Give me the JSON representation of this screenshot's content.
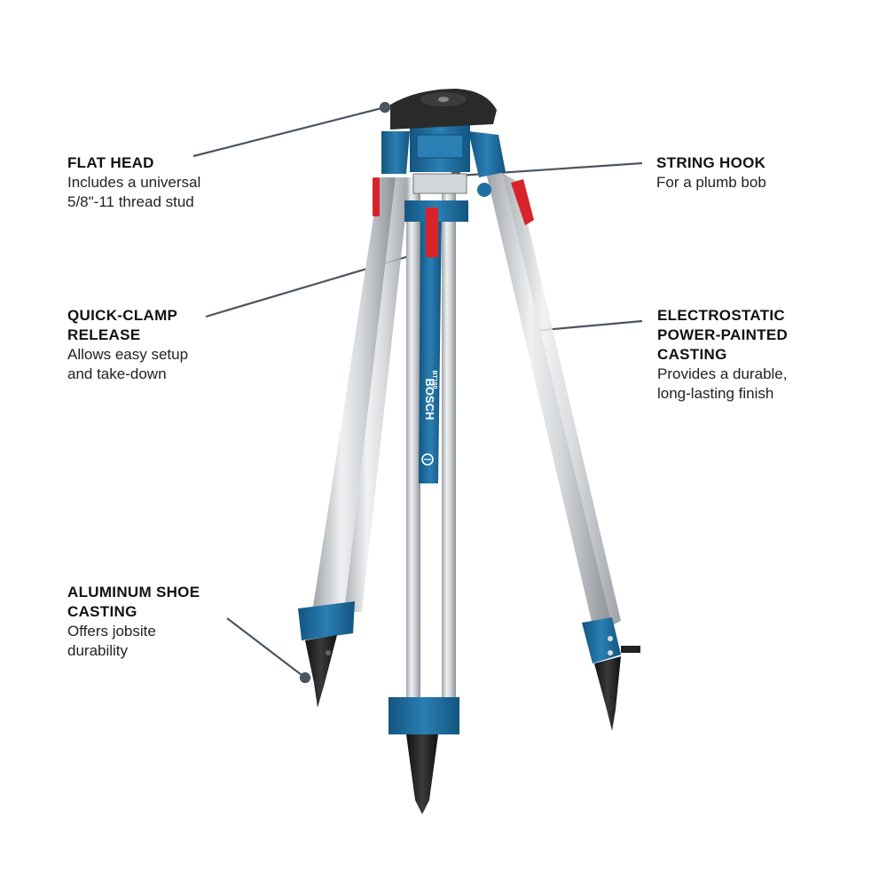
{
  "colors": {
    "accent_blue": "#1f6fa3",
    "dark_blue": "#0f4c75",
    "clamp_red": "#d8232a",
    "aluminum": "#c9ccd0",
    "leader_line": "#4a5560",
    "head_black": "#2a2a2a"
  },
  "product": {
    "brand": "BOSCH",
    "model": "BT160"
  },
  "callouts": [
    {
      "title": "FLAT HEAD",
      "description": "Includes a universal\n5/8\"-11 thread stud"
    },
    {
      "title": "STRING HOOK",
      "description": "For a plumb bob"
    },
    {
      "title": "QUICK-CLAMP\nRELEASE",
      "description": "Allows easy setup\nand take-down"
    },
    {
      "title": "ELECTROSTATIC\nPOWER-PAINTED\nCASTING",
      "description": "Provides a durable,\nlong-lasting finish"
    },
    {
      "title": "ALUMINUM SHOE\nCASTING",
      "description": "Offers jobsite\ndurability"
    }
  ]
}
